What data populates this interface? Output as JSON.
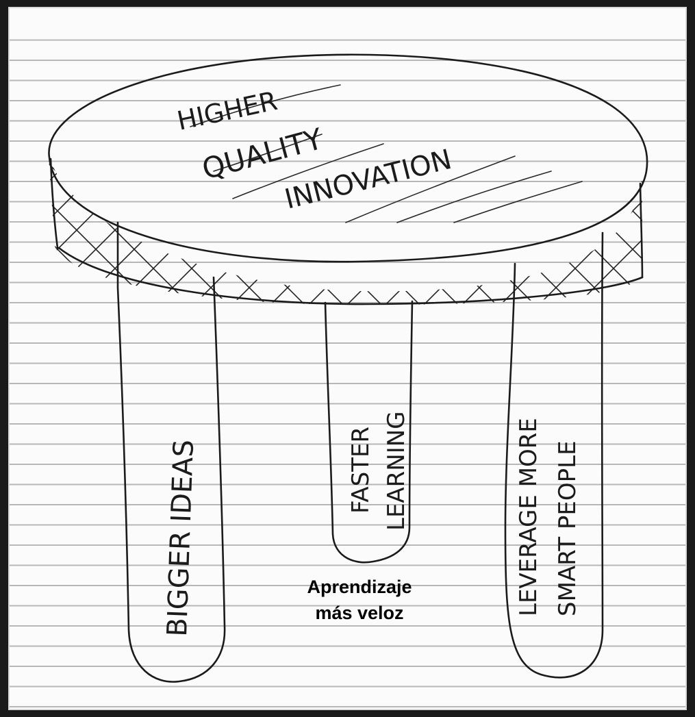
{
  "tabletop": {
    "line1": "HIGHER",
    "line2": "QUALITY",
    "line3": "INNOVATION"
  },
  "legs": {
    "left": "BIGGER IDEAS",
    "middle_line1": "FASTER",
    "middle_line2": "LEARNING",
    "right_line1": "LEVERAGE MORE",
    "right_line2": "SMART PEOPLE"
  },
  "caption": {
    "line1": "Aprendizaje",
    "line2": "más veloz"
  }
}
